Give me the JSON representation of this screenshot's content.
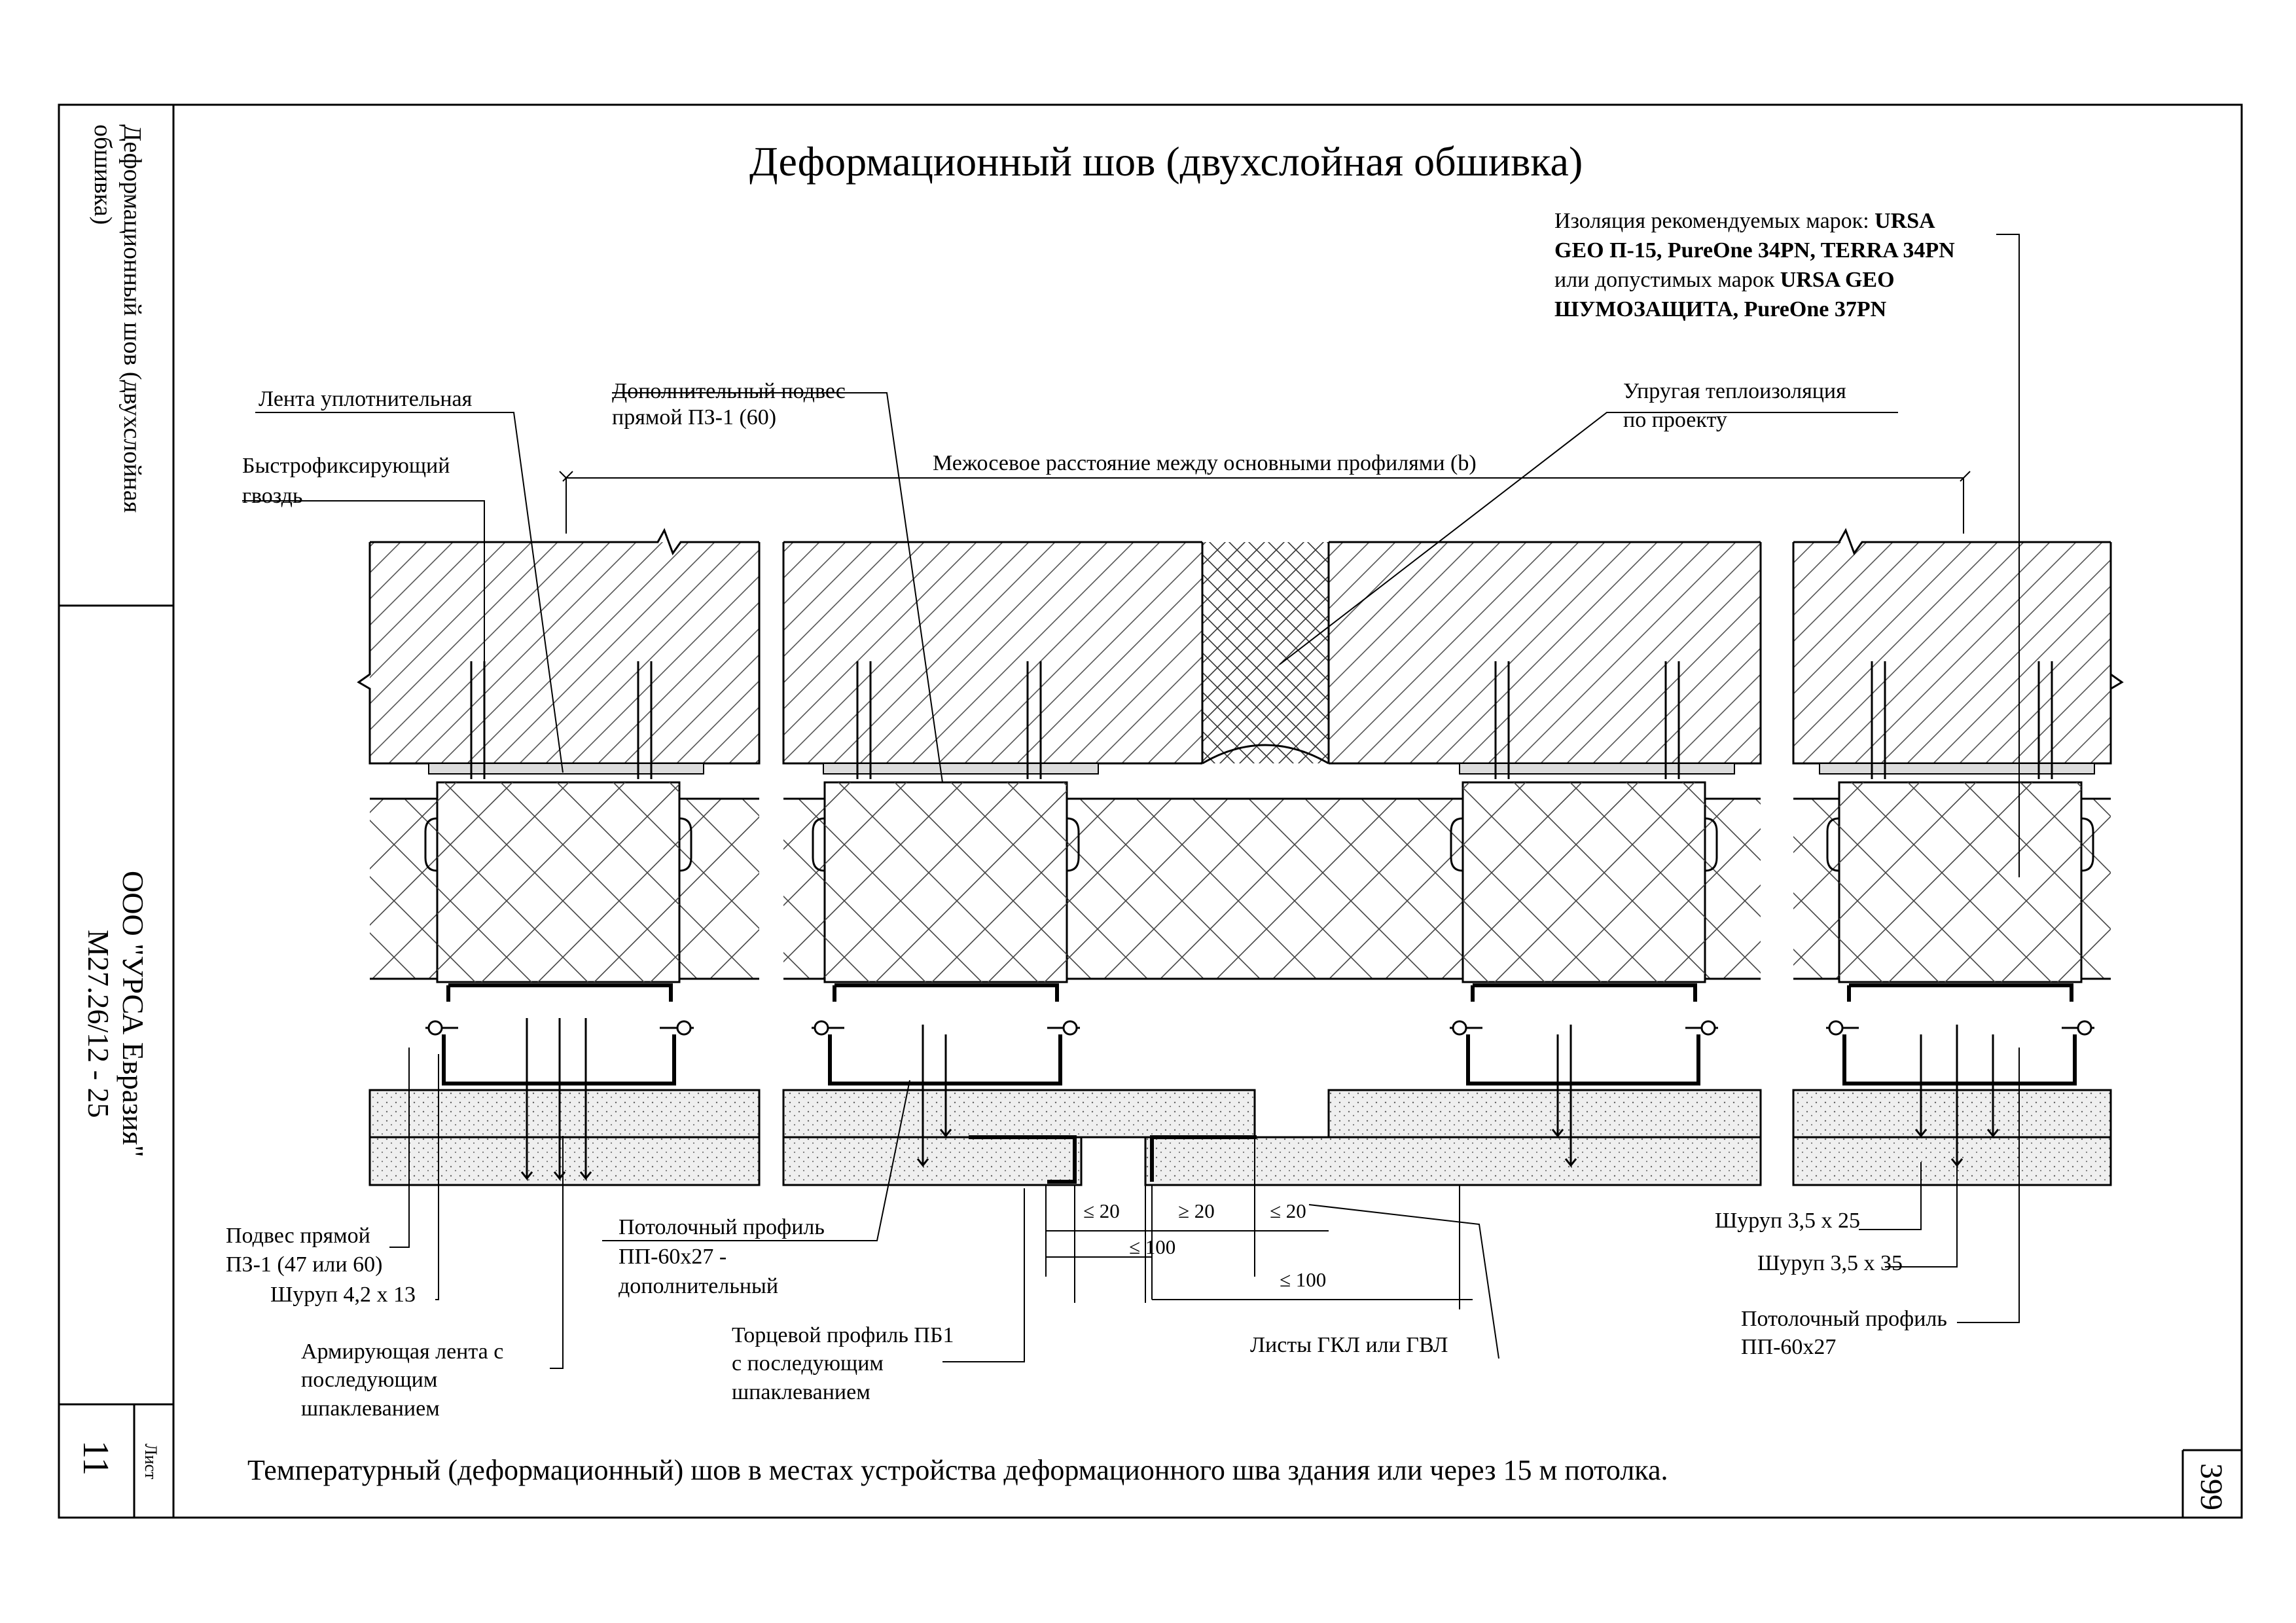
{
  "title": "Деформационный шов (двухслойная обшивка)",
  "caption": "Температурный (деформационный) шов  в местах устройства деформационного шва здания или через 15 м потолка.",
  "stamp": {
    "side_title_line1": "Деформационный шов (двухслойная",
    "side_title_line2": "обшивка)",
    "company": "ООО \"УРСА Евразия\"",
    "doc_code": "М27.26/12 - 25",
    "sheet_label": "Лист",
    "sheet_number": "11",
    "page_number": "399"
  },
  "callouts": {
    "insulation": {
      "l1a": "Изоляция рекомендуемых марок: ",
      "l1b": "URSA",
      "l2": "GEO П-15, PureOne 34PN, TERRA 34PN",
      "l3a": "или допустимых марок ",
      "l3b": "URSA GEO",
      "l4": "ШУМОЗАЩИТА, PureOne 37PN"
    },
    "sealing_tape": "Лента уплотнительная",
    "extra_hanger_l1": "Дополнительный подвес",
    "extra_hanger_l2": "прямой ПЗ-1 (60)",
    "elastic_insulation_l1": "Упругая теплоизоляция",
    "elastic_insulation_l2": "по проекту",
    "quick_nail_l1": "Быстрофиксирующий",
    "quick_nail_l2": "гвоздь",
    "axis_spacing": "Межосевое расстояние между основными профилями  (b)",
    "hanger_l1": "Подвес прямой",
    "hanger_l2": "ПЗ-1 (47 или 60)",
    "screw_42": "Шуруп 4,2 х 13",
    "ceiling_extra_l1": "Потолочный профиль",
    "ceiling_extra_l2": "ПП-60х27 -",
    "ceiling_extra_l3": "дополнительный",
    "reinforcing_l1": "Армирующая лента с",
    "reinforcing_l2": "последующим",
    "reinforcing_l3": "шпаклеванием",
    "end_profile_l1": "Торцевой профиль ПБ1",
    "end_profile_l2": "с последующим",
    "end_profile_l3": "шпаклеванием",
    "boards": "Листы ГКЛ или ГВЛ",
    "screw_25": "Шуруп 3,5 х 25",
    "screw_35": "Шуруп 3,5 х 35",
    "ceiling_l1": "Потолочный профиль",
    "ceiling_l2": "ПП-60х27"
  },
  "dimensions": {
    "d1": "≤ 20",
    "d2": "≥ 20",
    "d3": "≤ 20",
    "d4": "≤ 100",
    "d5": "≤ 100"
  },
  "colors": {
    "line": "#000000",
    "board_fill": "#ececec",
    "paper": "#ffffff"
  }
}
